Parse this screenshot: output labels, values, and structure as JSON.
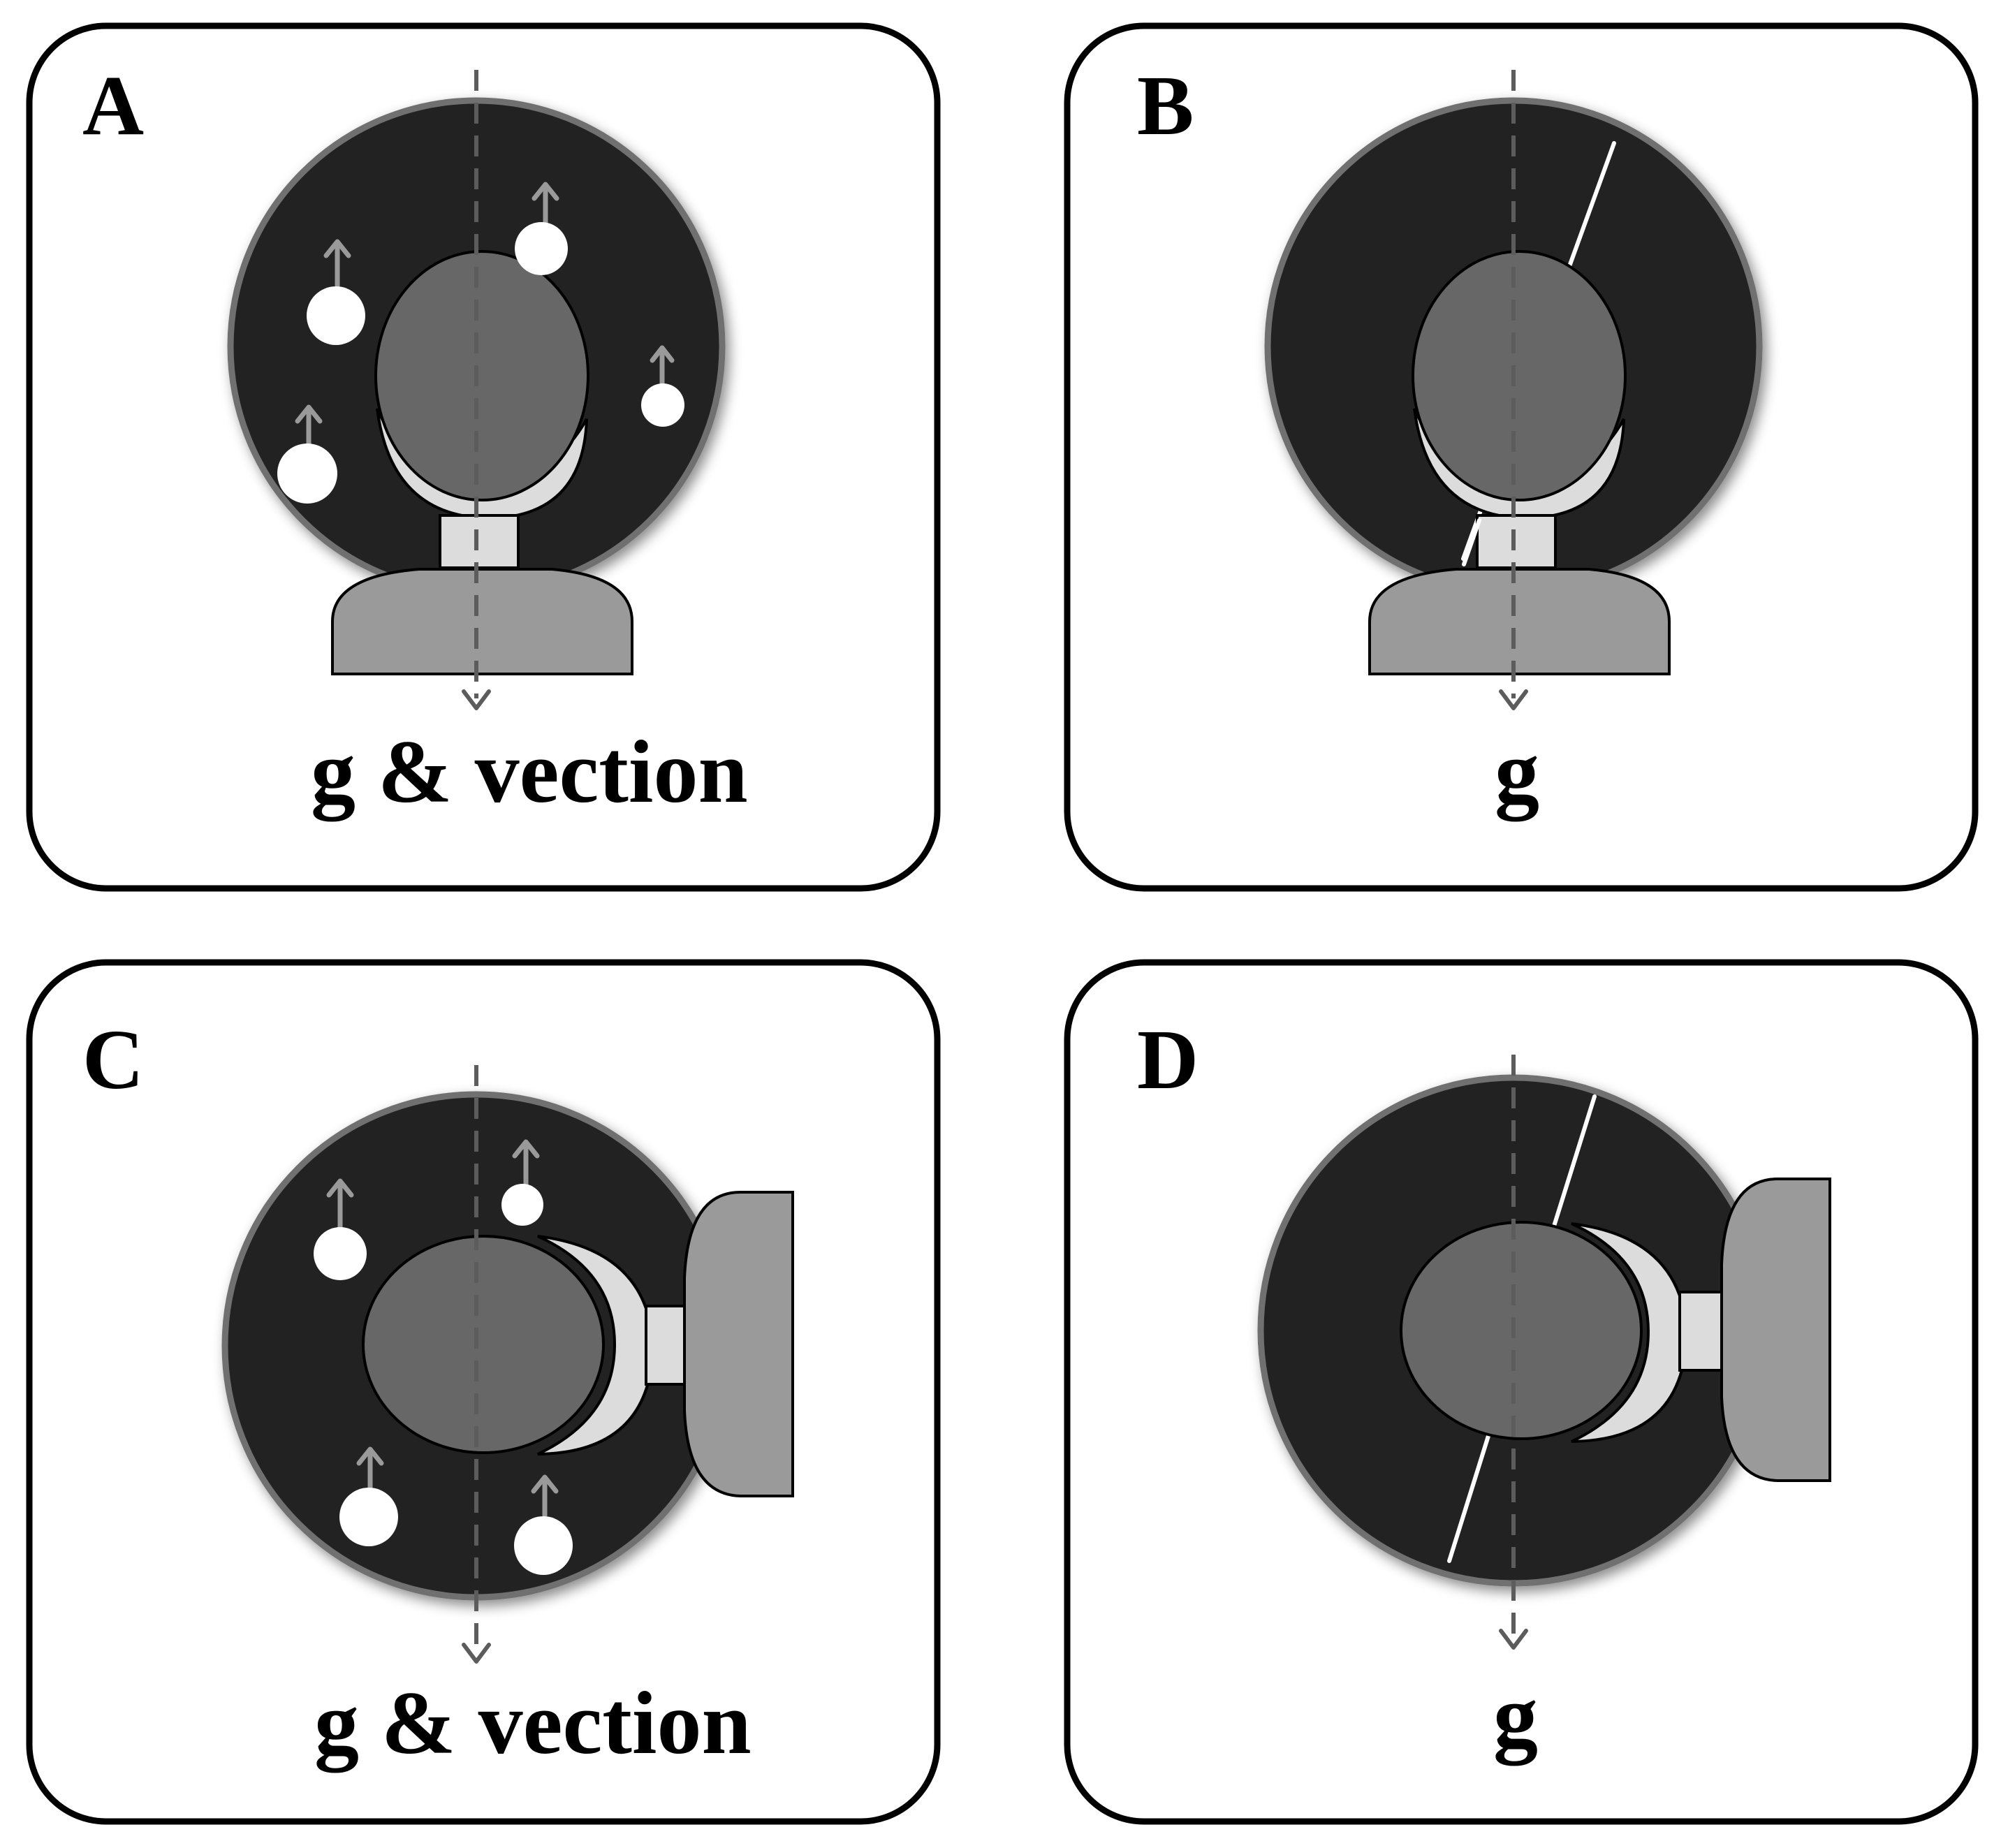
{
  "figure": {
    "panels": [
      {
        "id": "A",
        "letter": "A",
        "caption": "g & vection",
        "stimulus": "moving dots",
        "posture": "upright"
      },
      {
        "id": "B",
        "letter": "B",
        "caption": "g",
        "stimulus": "tilted rod",
        "posture": "upright"
      },
      {
        "id": "C",
        "letter": "C",
        "caption": "g & vection",
        "stimulus": "moving dots",
        "posture": "lying on side"
      },
      {
        "id": "D",
        "letter": "D",
        "caption": "g",
        "stimulus": "tilted rod",
        "posture": "lying on side"
      }
    ]
  },
  "colors": {
    "drum": "#222222",
    "drum_rim": "#6f6f6f",
    "head": "#676767",
    "body": "#9a9a9a",
    "neck": "#dcdcdc",
    "gravity_axis": "#5c5c5c",
    "dot": "#ffffff",
    "dot_arrow": "#9a9a9a"
  }
}
